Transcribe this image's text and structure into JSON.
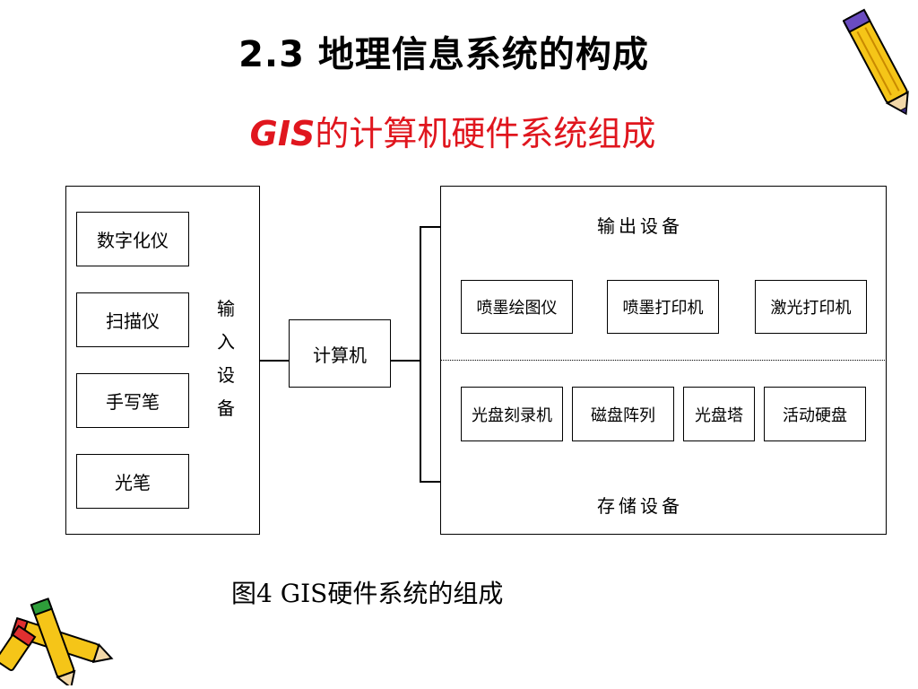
{
  "slide": {
    "title": "2.3 地理信息系统的构成",
    "subtitle_gis": "GIS",
    "subtitle_rest": "的计算机硬件系统组成",
    "caption": "图4 GIS硬件系统的组成"
  },
  "diagram": {
    "input_panel_label": [
      "输",
      "入",
      "设",
      "备"
    ],
    "input_devices": [
      "数字化仪",
      "扫描仪",
      "手写笔",
      "光笔"
    ],
    "computer": "计算机",
    "output_panel_label": "输出设备",
    "output_devices": [
      "喷墨绘图仪",
      "喷墨打印机",
      "激光打印机"
    ],
    "storage_devices": [
      "光盘刻录机",
      "磁盘阵列",
      "光盘塔",
      "活动硬盘"
    ],
    "storage_panel_label": "存储设备"
  },
  "colors": {
    "subtitle": "#e0161e",
    "pencil_body": "#f5c518",
    "pencil_tip": "#3a2a7a"
  },
  "icons": [
    "pencil-icon",
    "crossed-pencils-icon"
  ]
}
